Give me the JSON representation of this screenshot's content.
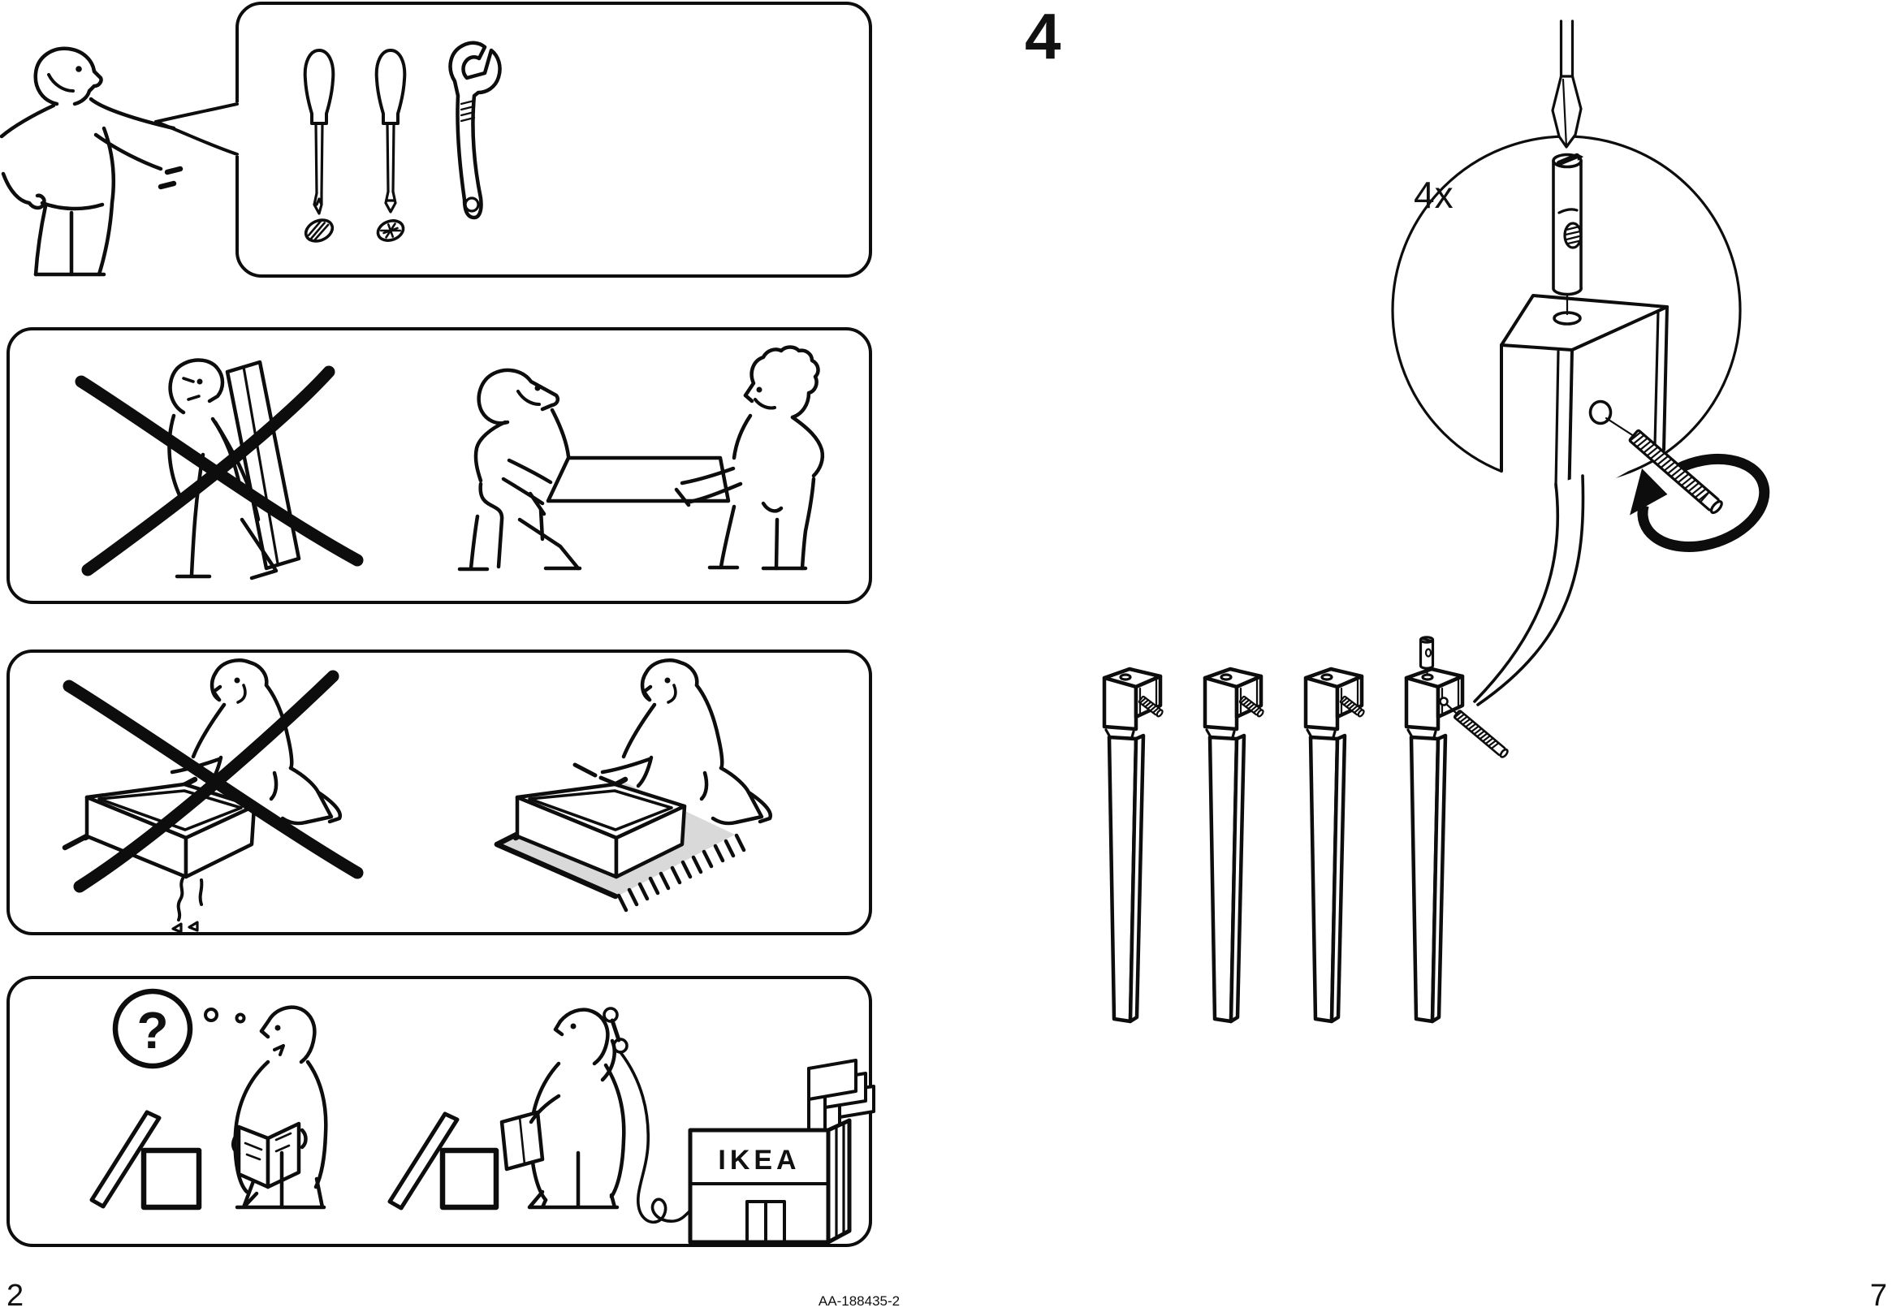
{
  "page": {
    "background": "#ffffff",
    "ink": "#0d0d0d",
    "rug_color": "#d9d9d9",
    "footer": {
      "left_page_number": "2",
      "document_code": "AA-188435-2",
      "right_page_number": "7"
    }
  },
  "step": {
    "number": "4",
    "quantity": "4x"
  },
  "warning_panels": {
    "tools": {
      "icons": [
        "ikea-man-presenting",
        "speech-bubble",
        "flathead-screwdriver",
        "phillips-screwdriver",
        "adjustable-wrench",
        "slotted-screw-head",
        "phillips-screw-head"
      ]
    },
    "carry": {
      "icons": [
        "no-single-person-carry",
        "prohibition-cross",
        "two-person-carry"
      ]
    },
    "surface": {
      "icons": [
        "no-hard-floor-assembly",
        "prohibition-cross",
        "cracked-floor",
        "assemble-on-rug"
      ]
    },
    "help": {
      "question_mark": "?",
      "store_sign": "IKEA",
      "icons": [
        "thought-bubble",
        "confused-person-reading-manual",
        "leaning-panel",
        "box",
        "person-calling-ikea",
        "phone-cord",
        "ikea-store",
        "flags"
      ]
    }
  },
  "diagram": {
    "icons": [
      "magnifier-circle",
      "flathead-screwdriver",
      "cross-dowel-nut",
      "leg-top-block",
      "top-hole",
      "side-hole",
      "double-ended-screw",
      "rotation-arrow",
      "pointer-swoosh",
      "table-leg-1",
      "table-leg-2",
      "table-leg-3",
      "table-leg-4"
    ]
  }
}
